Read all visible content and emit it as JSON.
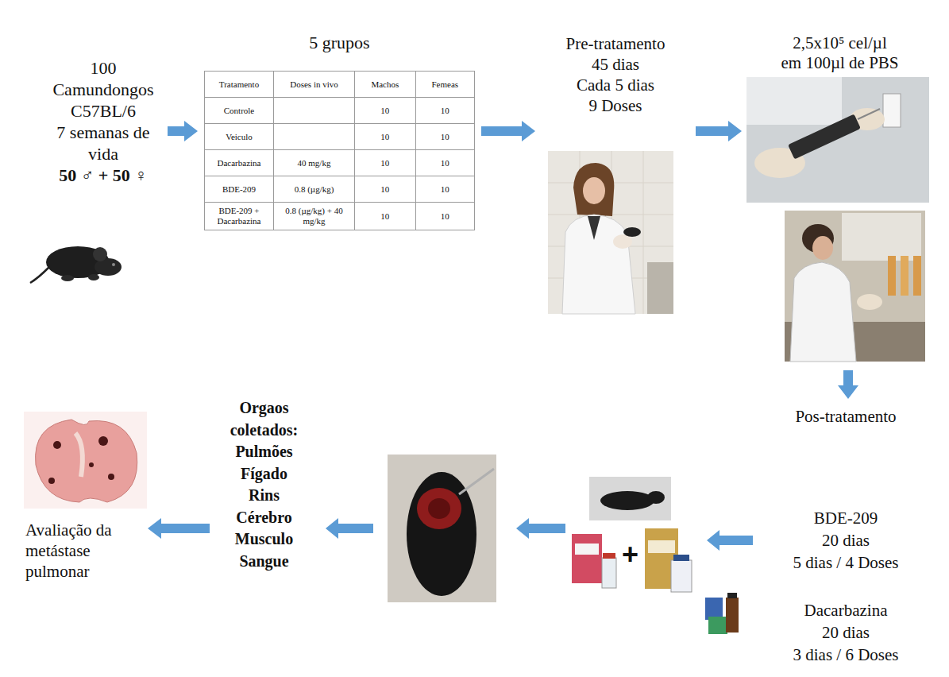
{
  "diagram": {
    "nodes": [
      {
        "text": [
          "100",
          "Camundongos",
          "C57BL/6",
          "7 semanas de vida",
          "50 ♂ + 50 ♀"
        ]
      },
      {
        "text": [
          "5 grupos"
        ]
      },
      {
        "text": [
          "Pre-tratamento",
          "45 dias",
          "Cada 5 dias",
          "9 Doses"
        ]
      },
      {
        "text": [
          "2,5x10⁵ cel/µl",
          "em 100µl de PBS"
        ]
      },
      {
        "text": [
          "Pos-tratamento",
          "BDE-209",
          "20 dias",
          "5 dias / 4 Doses",
          "Dacarbazina",
          "20 dias",
          "3 dias / 6 Doses"
        ]
      },
      {
        "text": [
          "Orgaos coletados:",
          "Pulmões Fígado Rins Cérebro Musculo Sangue"
        ]
      },
      {
        "text": [
          "Avaliação da metástase pulmonar"
        ]
      }
    ],
    "edges": [
      {
        "from": 0,
        "to": 1,
        "arrow": "to"
      },
      {
        "from": 1,
        "to": 2,
        "arrow": "to"
      },
      {
        "from": 2,
        "to": 3,
        "arrow": "to"
      },
      {
        "from": 3,
        "to": 4,
        "arrow": "to"
      },
      {
        "from": 5,
        "to": 6,
        "arrow": "to"
      }
    ],
    "labels": [
      "Tratamento",
      "Doses in vivo",
      "Machos",
      "Femeas",
      "Controle",
      "10",
      "10",
      "Veiculo",
      "10",
      "10",
      "Dacarbazina",
      "40 mg/kg",
      "10",
      "10",
      "BDE-209",
      "0.8 (µg/kg)",
      "10",
      "10",
      "BDE-209 + Dacarbazina",
      "0.8 (µg/kg) + 40 mg/kg",
      "10",
      "10",
      "+"
    ]
  }
}
